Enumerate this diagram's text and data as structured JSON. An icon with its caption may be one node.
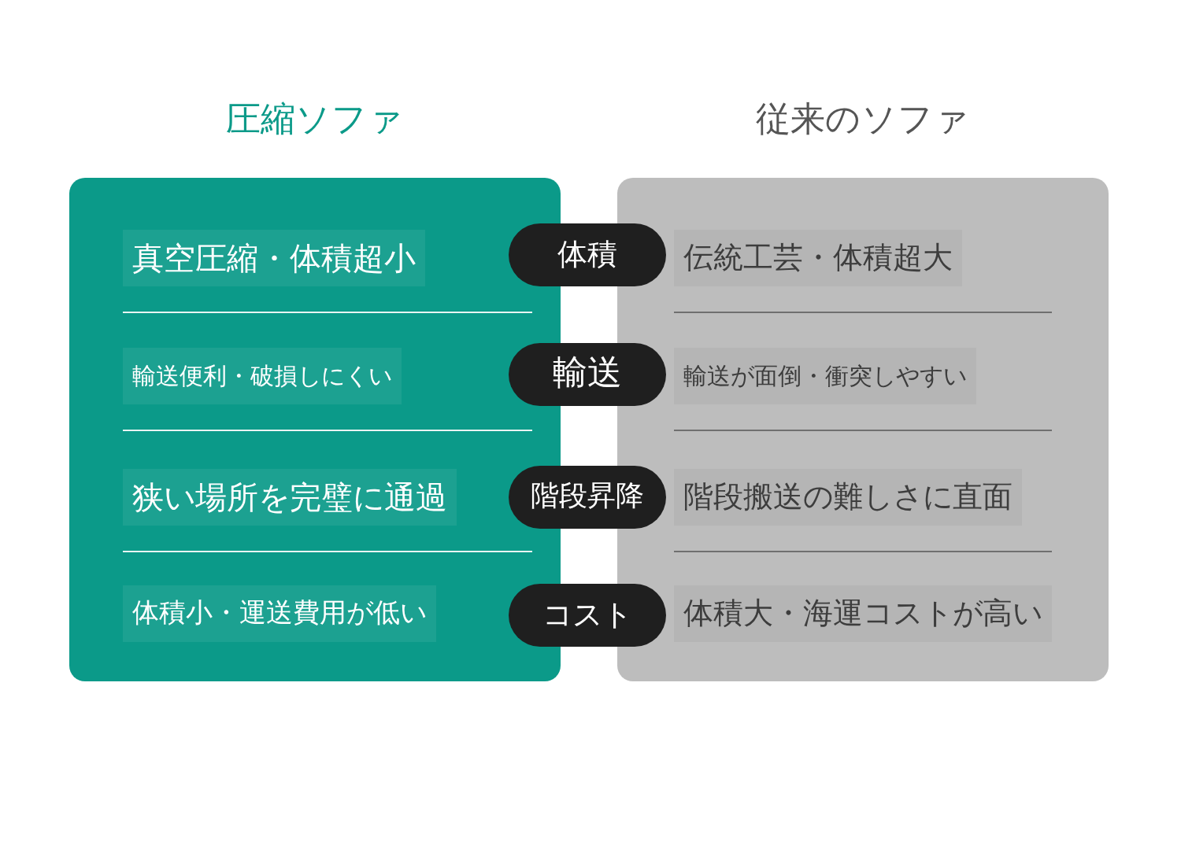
{
  "diagram": {
    "nodes": [
      {
        "text": [
          "圧縮ソファ",
          "真空圧縮・体積超小",
          "輸送便利・破損しにくい",
          "狭い場所を完璧に通過",
          "体積小・運送費用が低い"
        ]
      },
      {
        "text": [
          "従来のソファ",
          "伝統工芸・体積超大",
          "輸送が面倒・衝突しやすい",
          "階段搬送の難しさに直面",
          "体積大・海運コストが高い"
        ]
      },
      {
        "text": [
          "体積"
        ]
      },
      {
        "text": [
          "輸送"
        ]
      },
      {
        "text": [
          "階段昇降"
        ]
      },
      {
        "text": [
          "コスト"
        ]
      }
    ],
    "edges": []
  }
}
